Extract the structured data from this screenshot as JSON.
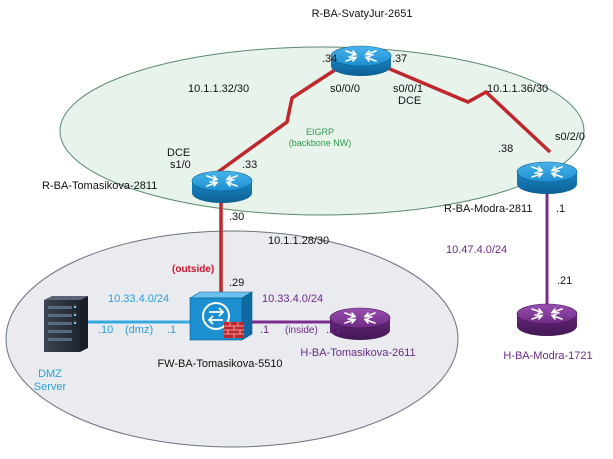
{
  "colors": {
    "wan_link": "#c0272d",
    "dmz_link": "#35a8e0",
    "inside_link": "#7b2d8e",
    "eigrp_area": "#e8f3ec",
    "dmz_area": "#e9ebee",
    "router_blue": "#1b8fd0",
    "router_purple": "#6d2a84",
    "label_blue": "#2e9fdc",
    "label_purple": "#6a2b88",
    "label_red": "#d0142c",
    "label_green": "#2f9a4e"
  },
  "eigrp": {
    "title": "EIGRP",
    "subtitle": "(backbone NW)"
  },
  "devices": {
    "svatyjur": {
      "name": "R-BA-SvatyJur-2651",
      "icon": "router-icon"
    },
    "tomasikova_r": {
      "name": "R-BA-Tomasikova-2811",
      "icon": "router-icon"
    },
    "modra_r": {
      "name": "R-BA-Modra-2811",
      "icon": "router-icon"
    },
    "firewall": {
      "name": "FW-BA-Tomasikova-5510",
      "icon": "firewall-icon"
    },
    "tomasikova_h": {
      "name": "H-BA-Tomasikova-2611",
      "icon": "router-icon"
    },
    "modra_h": {
      "name": "H-BA-Modra-1721",
      "icon": "router-icon"
    },
    "dmz_server": {
      "name_line1": "DMZ",
      "name_line2": "Server",
      "icon": "server-icon"
    }
  },
  "labels": {
    "net_32": "10.1.1.32/30",
    "net_36": "10.1.1.36/30",
    "net_28": "10.1.1.28/30",
    "net_47": "10.47.4.0/24",
    "net_dmz": "10.33.4.0/24",
    "net_inside": "10.33.4.0/24",
    "sj_34": ".34",
    "sj_37": ".37",
    "sj_s000": "s0/0/0",
    "sj_s001": "s0/0/1",
    "sj_dce": "DCE",
    "tom_dce": "DCE",
    "tom_s10": "s1/0",
    "tom_33": ".33",
    "tom_30": ".30",
    "modra_s020": "s0/2/0",
    "modra_38": ".38",
    "modra_1": ".1",
    "hmodra_21": ".21",
    "fw_outside": "(outside)",
    "fw_29": ".29",
    "dmz_10": ".10",
    "dmz_tag": "(dmz)",
    "fw_dmz_1": ".1",
    "fw_in_1": ".1",
    "inside_tag": "(inside)",
    "htom_21": ".21"
  }
}
